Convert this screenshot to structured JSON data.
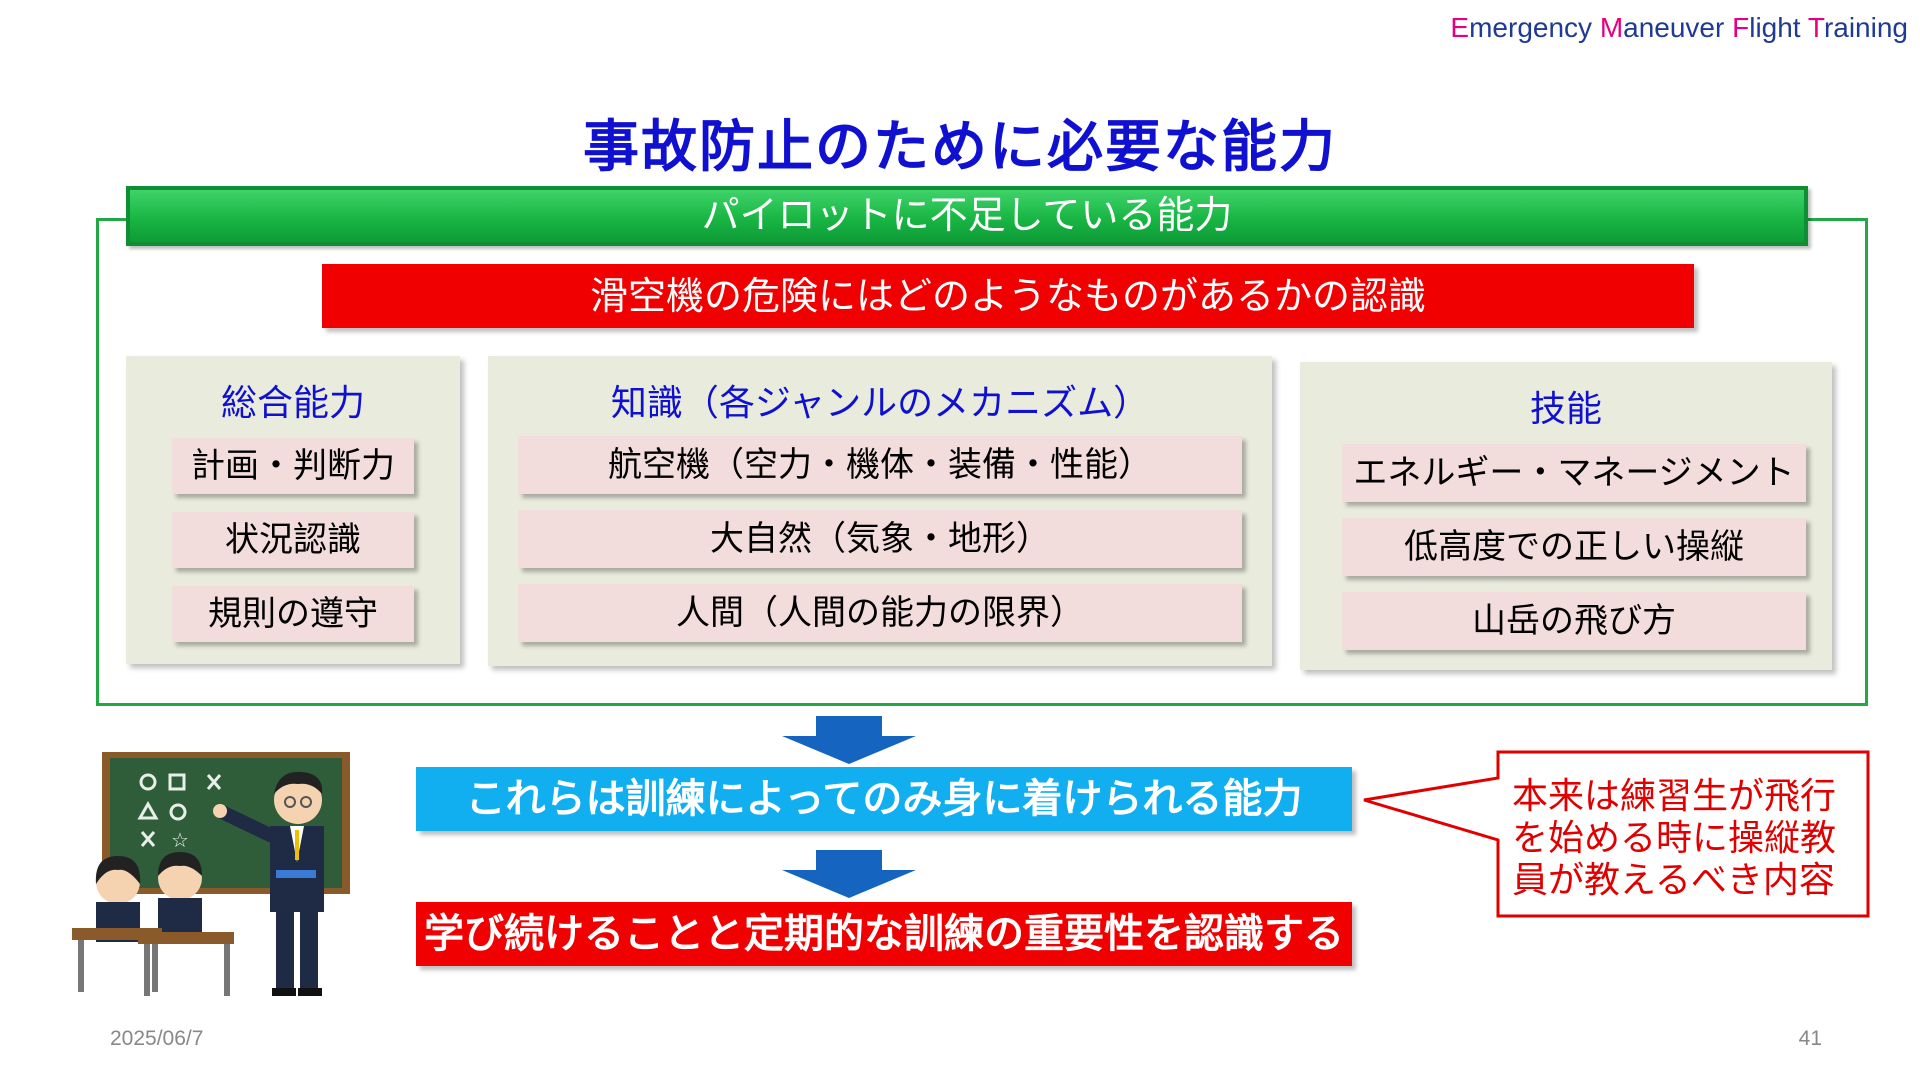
{
  "header": {
    "brand_parts": [
      {
        "cap": "E",
        "rest": "mergency "
      },
      {
        "cap": "M",
        "rest": "aneuver "
      },
      {
        "cap": "F",
        "rest": "light "
      },
      {
        "cap": "T",
        "rest": "raining"
      }
    ],
    "title": "事故防止のために必要な能力"
  },
  "frame": {
    "heading": "パイロットに不足している能力",
    "highlight": "滑空機の危険にはどのようなものがあるかの認識"
  },
  "panels": {
    "overall": {
      "title": "総合能力",
      "items": [
        "計画・判断力",
        "状況認識",
        "規則の遵守"
      ]
    },
    "knowledge": {
      "title": "知識（各ジャンルのメカニズム）",
      "items": [
        "航空機（空力・機体・装備・性能）",
        "大自然（気象・地形）",
        "人間（人間の能力の限界）"
      ]
    },
    "skills": {
      "title": "技能",
      "items": [
        "エネルギー・マネージメント",
        "低高度での正しい操縦",
        "山岳の飛び方"
      ]
    }
  },
  "conclusion": {
    "first": "これらは訓練によってのみ身に着けられる能力",
    "second": "学び続けることと定期的な訓練の重要性を認識する"
  },
  "callout": {
    "lines": [
      "本来は練習生が飛行",
      "を始める時に操縦教",
      "員が教えるべき内容"
    ]
  },
  "footer": {
    "date": "2025/06/7",
    "page": "41"
  },
  "colors": {
    "title_blue": "#1010d0",
    "green": "#19b644",
    "red": "#f00000",
    "sky_blue": "#11aff0",
    "panel_bg": "#e9ecdd",
    "item_bg": "#f2dcdc",
    "brand_cap": "#e6007e",
    "brand_rest": "#1f3a93"
  },
  "illustration": {
    "icon": "classroom-illustration",
    "board_symbols": [
      "○",
      "□",
      "×",
      "△",
      "○",
      "×",
      "☆"
    ]
  }
}
